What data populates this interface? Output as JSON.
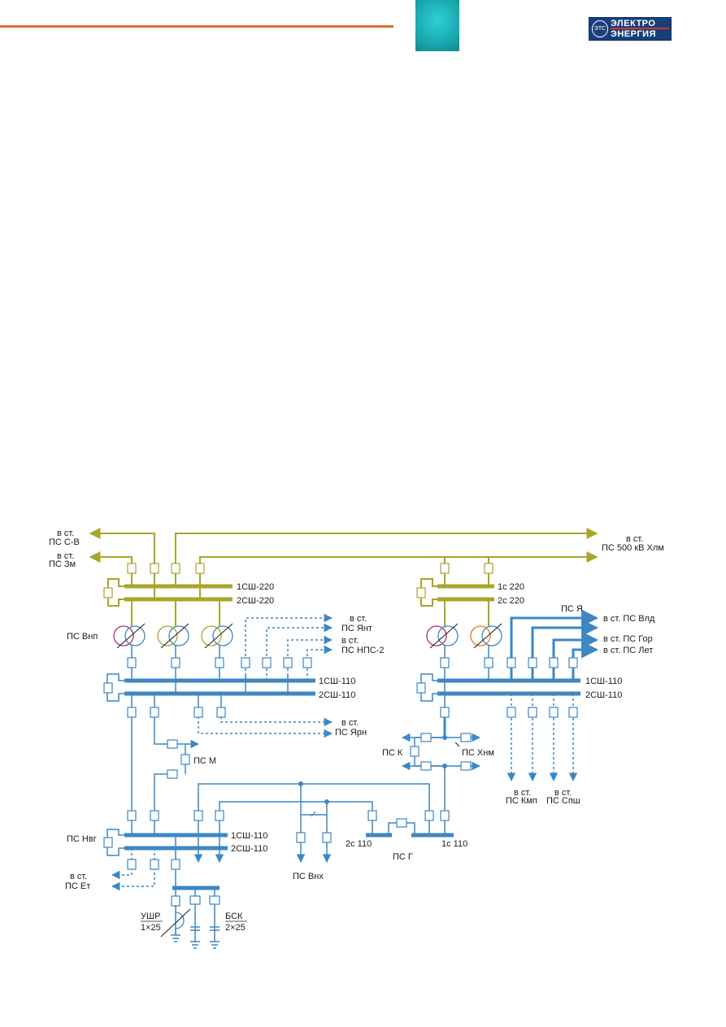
{
  "colors": {
    "header_line": "#e06a3a",
    "header_tab": "#1aa9b0",
    "logo_bg": "#173f7a",
    "logo_strip": "#d8312b",
    "kv220": "#a8a52a",
    "kv110": "#3d87c4",
    "text": "#1a1a1a"
  },
  "logo": {
    "mark": "ЭТС",
    "line1": "ЭЛЕКТРО",
    "line2": "ЭНЕРГИЯ"
  },
  "labels": {
    "to_st": "в ст.",
    "ps_sv": "ПС С-В",
    "ps_zm": "ПС Зм",
    "ps_500_hlm": "ПС 500 кВ Хлм",
    "bus_1sh220": "1СШ-220",
    "bus_2sh220": "2СШ-220",
    "bus_1s220": "1с  220",
    "bus_2s220": "2с  220",
    "ps_vnp": "ПС Внп",
    "ps_yant": "ПС Янт",
    "ps_nps2": "ПС НПС-2",
    "ps_ya": "ПС Я",
    "to_ps_vld": "в ст. ПС Влд",
    "to_ps_gor": "в ст. ПС Гор",
    "to_ps_let": "в ст. ПС Лет",
    "bus_1sh110": "1СШ-110",
    "bus_2sh110": "2СШ-110",
    "ps_yarn": "ПС Ярн",
    "ps_m": "ПС М",
    "ps_k": "ПС К",
    "ps_hnm": "ПС Хнм",
    "ps_kmp": "ПС Кмп",
    "ps_spsh": "ПС Спш",
    "ps_nvg": "ПС Нвг",
    "ps_et": "ПС Ет",
    "bus_2s110": "2с 110",
    "bus_1s110": "1с 110",
    "ps_g": "ПС Г",
    "ps_vnh": "ПС Внх",
    "ushr": "УШР",
    "ushr_rating": "1×25",
    "bsk": "БСК",
    "bsk_rating": "2×25"
  }
}
